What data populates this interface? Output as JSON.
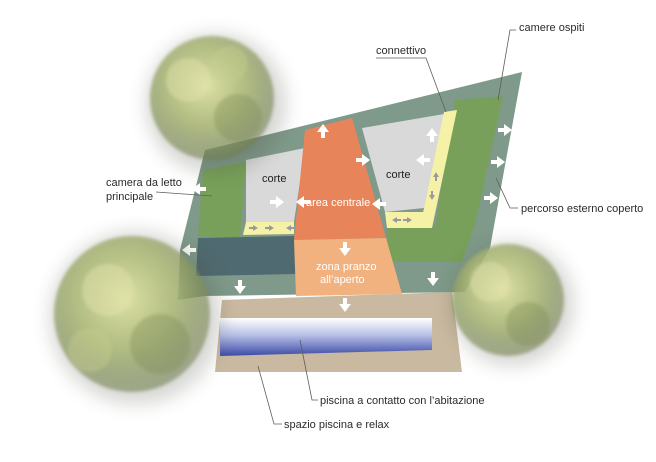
{
  "labels": {
    "camere_ospiti": "camere ospiti",
    "connettivo": "connettivo",
    "camera_line1": "camera da letto",
    "camera_line2": "principale",
    "percorso": "percorso esterno coperto",
    "piscina": "piscina a contatto con l’abitazione",
    "spazio_piscina": "spazio piscina e relax",
    "corte_left": "corte",
    "corte_right": "corte",
    "area_centrale": "area centrale",
    "zona_line1": "zona pranzo",
    "zona_line2": "all’aperto"
  },
  "colors": {
    "frame": "#7f9a8a",
    "frame_dark": "#6e8a7b",
    "green_room": "#78a05a",
    "court": "#d6d6d6",
    "connector": "#f5f2a8",
    "central": "#e8845a",
    "dining": "#f2b27f",
    "slate": "#4f6a70",
    "deck": "#c9b9a0",
    "pool_top": "#ffffff",
    "pool_bottom": "#3b4aa8",
    "tree": "#9aa86a"
  }
}
